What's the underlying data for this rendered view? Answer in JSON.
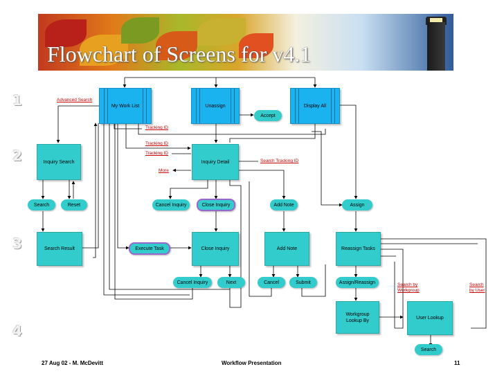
{
  "title": "Flowchart of Screens for v4.1",
  "rows": [
    "1",
    "2",
    "3",
    "4"
  ],
  "screens": {
    "my_work_list": "My Work List",
    "unassign": "Unassign",
    "display_all": "Display All",
    "inquiry_search": "Inquiry Search",
    "inquiry_detail": "Inquiry Detail",
    "search_result": "Search Result",
    "close_inquiry": "Close Inquiry",
    "add_note": "Add Note",
    "reassign_tasks": "Reassign Tasks",
    "workgroup_lookup": "Workgroup Lookup By",
    "user_lookup": "User Lookup"
  },
  "actions": {
    "accept": "Accept",
    "search": "Search",
    "reset": "Reset",
    "cancel_inquiry": "Cancel Inquiry",
    "close_inquiry": "Close Inquiry",
    "add_note": "Add Note",
    "assign": "Assign",
    "execute_task": "Execute Task",
    "cancel_inquiry2": "Cancel Inquiry",
    "next": "Next",
    "cancel": "Cancel",
    "submit": "Submit",
    "assign_reassign": "Assign/Reassign",
    "search_bottom": "Search"
  },
  "labels": {
    "advanced_search": "Advanced Search",
    "tracking_id_1": "Tracking ID",
    "tracking_id_2": "Tracking ID",
    "tracking_id_3": "Tracking ID",
    "more": "More",
    "search_tracking_id": "Search Tracking ID",
    "search_by_workgroup_1": "Search by",
    "search_by_workgroup_2": "Workgroup",
    "search_by_user_1": "Search",
    "search_by_user_2": "by User"
  },
  "footer": {
    "left": "27 Aug 02 - M. McDevitt",
    "center": "Workflow Presentation",
    "page": "11"
  },
  "colors": {
    "screen": "#33cccc",
    "top_screen": "#1ab3f0",
    "label": "#cc0000",
    "highlight": "#9966cc"
  }
}
